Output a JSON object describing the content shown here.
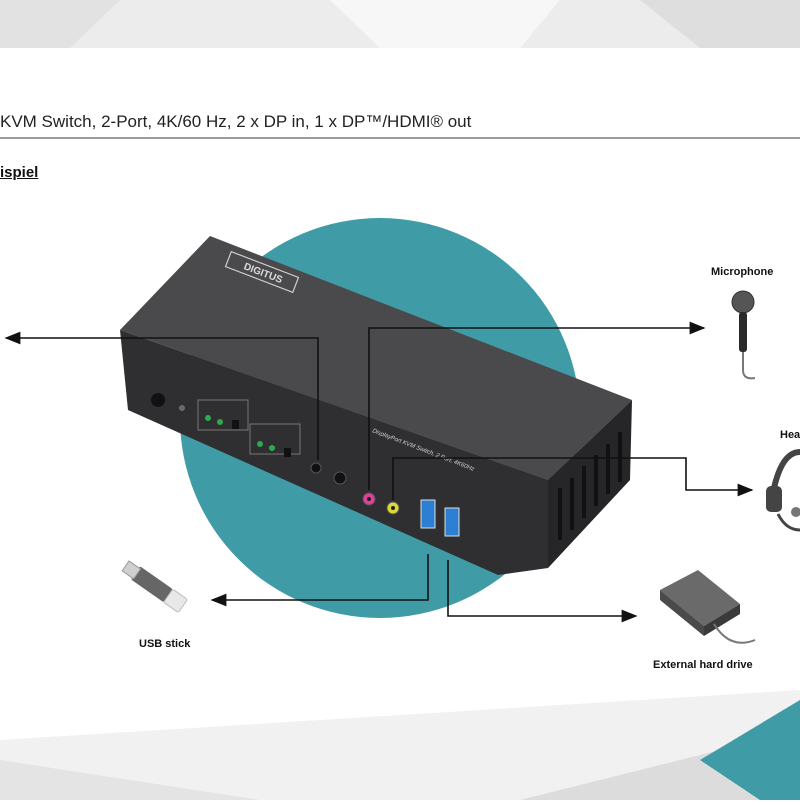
{
  "header": {
    "title": "KVM Switch, 2-Port, 4K/60 Hz, 2 x DP in, 1 x DP™/HDMI® out",
    "section": "ispiel"
  },
  "device": {
    "brand": "DIGITUS",
    "model_text": "DisplayPort KVM Switch, 2 Port, 4K60Hz"
  },
  "peripherals": {
    "microphone": "Microphone",
    "headset": "Hea",
    "usb_stick": "USB stick",
    "hard_drive": "External hard drive"
  },
  "colors": {
    "circle": "#3f9ca6",
    "device": "#3c3c3e",
    "mic_jack": "#e0409a",
    "audio_jack": "#d9d93a",
    "usb_port": "#2d7fd3"
  }
}
